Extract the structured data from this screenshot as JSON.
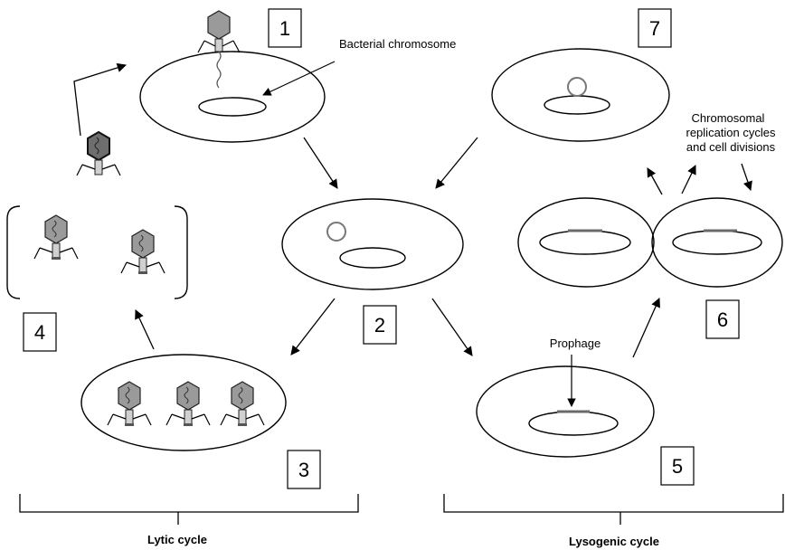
{
  "labels": {
    "bacterial_chromosome": "Bacterial chromosome",
    "chromosomal_line1": "Chromosomal",
    "chromosomal_line2": "replication cycles",
    "chromosomal_line3": "and cell divisions",
    "prophage": "Prophage",
    "lytic_cycle": "Lytic cycle",
    "lysogenic_cycle": "Lysogenic cycle"
  },
  "steps": {
    "s1": "1",
    "s2": "2",
    "s3": "3",
    "s4": "4",
    "s5": "5",
    "s6": "6",
    "s7": "7"
  },
  "colors": {
    "stroke": "#000000",
    "phage_fill": "#9a9a9a",
    "phage_dark_fill": "#6e6e6e",
    "tail_fill": "#d0d0d0",
    "prophage": "#6a6a6a",
    "circle_dna": "#777777"
  }
}
